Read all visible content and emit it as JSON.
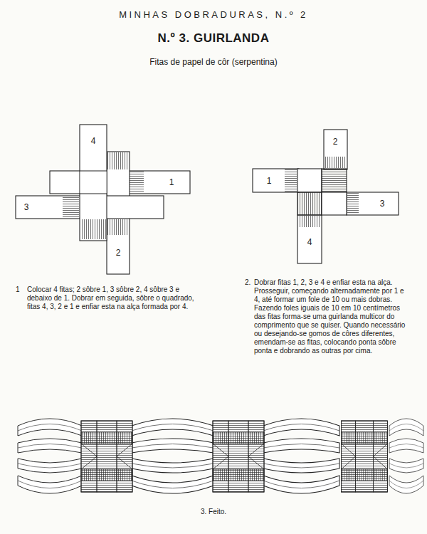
{
  "diagram": {
    "title": "N.º 3. GUIRLANDA",
    "caption": "3. Feito.",
    "labels": [
      "MINHAS DOBRADURAS, N.º 2",
      "Fitas de papel de côr (serpentina)",
      "4",
      "1",
      "3",
      "2",
      "2",
      "1",
      "3",
      "4",
      "1",
      "Colocar 4 fitas; 2 sôbre 1, 3 sôbre 2, 4 sôbre 3 e debaixo de 1. Dobrar em seguida, sôbre o quadrado, fitas 4, 3, 2 e 1 e enfiar esta na alça formada por 4.",
      "2.",
      "Dobrar fitas 1, 2, 3 e 4 e enfiar esta na alça. Prosseguir, começando alternadamente por 1 e 4, até formar um fole de 10 ou mais dobras. Fazendo foles iguais de 10 em 10 centímetros das fitas forma-se uma guirlanda multicor do comprimento que se quiser. Quando necessário ou desejando-se gomos de côres diferentes, emendam-se as fitas, colocando ponta sôbre ponta e dobrando as outras por cima."
    ]
  }
}
